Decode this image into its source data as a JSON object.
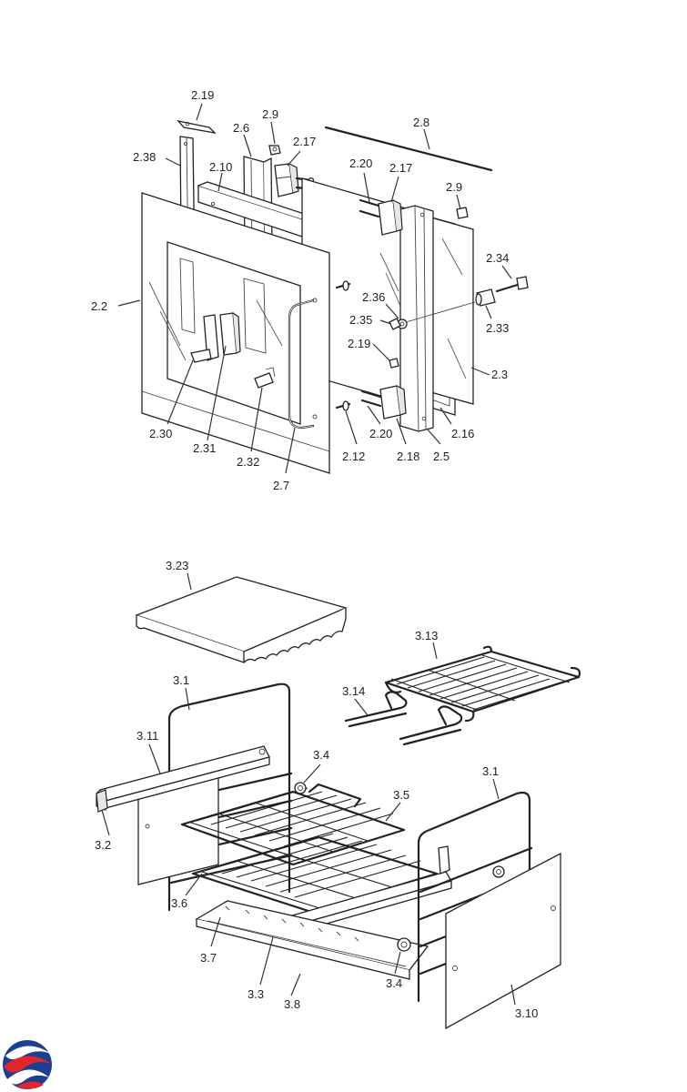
{
  "labels": {
    "l219a": "2.19",
    "l29a": "2.9",
    "l26": "2.6",
    "l217a": "2.17",
    "l28": "2.8",
    "l238": "2.38",
    "l210": "2.10",
    "l220a": "2.20",
    "l217b": "2.17",
    "l29b": "2.9",
    "l234": "2.34",
    "l22": "2.2",
    "l236": "2.36",
    "l235": "2.35",
    "l233": "2.33",
    "l219b": "2.19",
    "l23": "2.3",
    "l230": "2.30",
    "l231": "2.31",
    "l220b": "2.20",
    "l216": "2.16",
    "l232": "2.32",
    "l212": "2.12",
    "l218": "2.18",
    "l25": "2.5",
    "l27": "2.7",
    "l323": "3.23",
    "l313": "3.13",
    "l31a": "3.1",
    "l314": "3.14",
    "l311": "3.11",
    "l34a": "3.4",
    "l31b": "3.1",
    "l35": "3.5",
    "l32": "3.2",
    "l36": "3.6",
    "l37": "3.7",
    "l34b": "3.4",
    "l33": "3.3",
    "l38": "3.8",
    "l310": "3.10"
  },
  "colors": {
    "line": "#222222",
    "logo_red": "#e1262d",
    "logo_blue": "#1e3f8f"
  },
  "logo": {
    "icon": "brand-swirl-logo-icon"
  }
}
